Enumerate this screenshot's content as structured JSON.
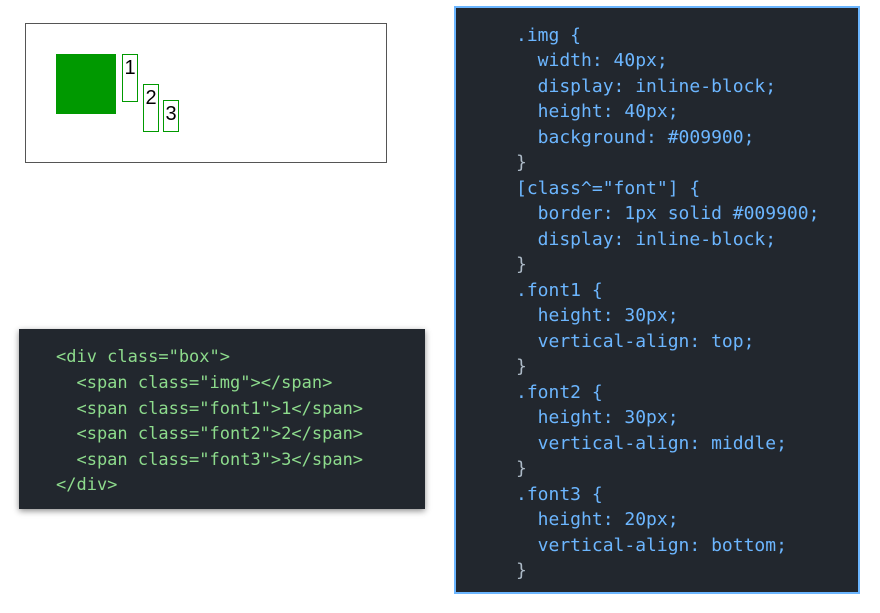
{
  "demo": {
    "items": [
      "1",
      "2",
      "3"
    ]
  },
  "html_code": {
    "lines": [
      "<div class=\"box\">",
      "  <span class=\"img\"></span>",
      "  <span class=\"font1\">1</span>",
      "  <span class=\"font2\">2</span>",
      "  <span class=\"font3\">3</span>",
      "</div>"
    ]
  },
  "css_code": {
    "lines": [
      ".img {",
      "  width: 40px;",
      "  display: inline-block;",
      "  height: 40px;",
      "  background: #009900;",
      "}",
      "[class^=\"font\"] {",
      "  border: 1px solid #009900;",
      "  display: inline-block;",
      "}",
      ".font1 {",
      "  height: 30px;",
      "  vertical-align: top;",
      "}",
      ".font2 {",
      "  height: 30px;",
      "  vertical-align: middle;",
      "}",
      ".font3 {",
      "  height: 20px;",
      "  vertical-align: bottom;",
      "}"
    ]
  },
  "colors": {
    "panel_bg": "#22272e",
    "accent_border": "#6cb6ff",
    "demo_green": "#009900"
  }
}
